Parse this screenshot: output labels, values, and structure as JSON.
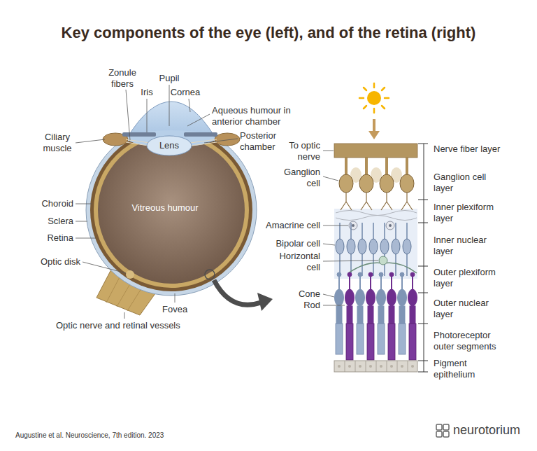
{
  "diagram": {
    "title": "Key components of the eye (left), and of the retina (right)",
    "caption": "Augustine et al. Neuroscience, 7th edition. 2023",
    "labels": [
      "Zonule fibers",
      "Pupil",
      "Iris",
      "Cornea",
      "Aqueous humour in anterior chamber",
      "Ciliary muscle",
      "Posterior chamber",
      "Lens",
      "Vitreous humour",
      "Choroid",
      "Sclera",
      "Retina",
      "Optic disk",
      "Fovea",
      "Optic nerve and retinal vessels",
      "To optic nerve",
      "Ganglion cell",
      "Amacrine cell",
      "Bipolar cell",
      "Horizontal cell",
      "Cone",
      "Rod",
      "Nerve fiber layer",
      "Ganglion cell layer",
      "Inner plexiform layer",
      "Inner nuclear layer",
      "Outer plexiform layer",
      "Outer nuclear layer",
      "Photoreceptor outer segments",
      "Pigment epithelium",
      "neurotorium"
    ]
  }
}
